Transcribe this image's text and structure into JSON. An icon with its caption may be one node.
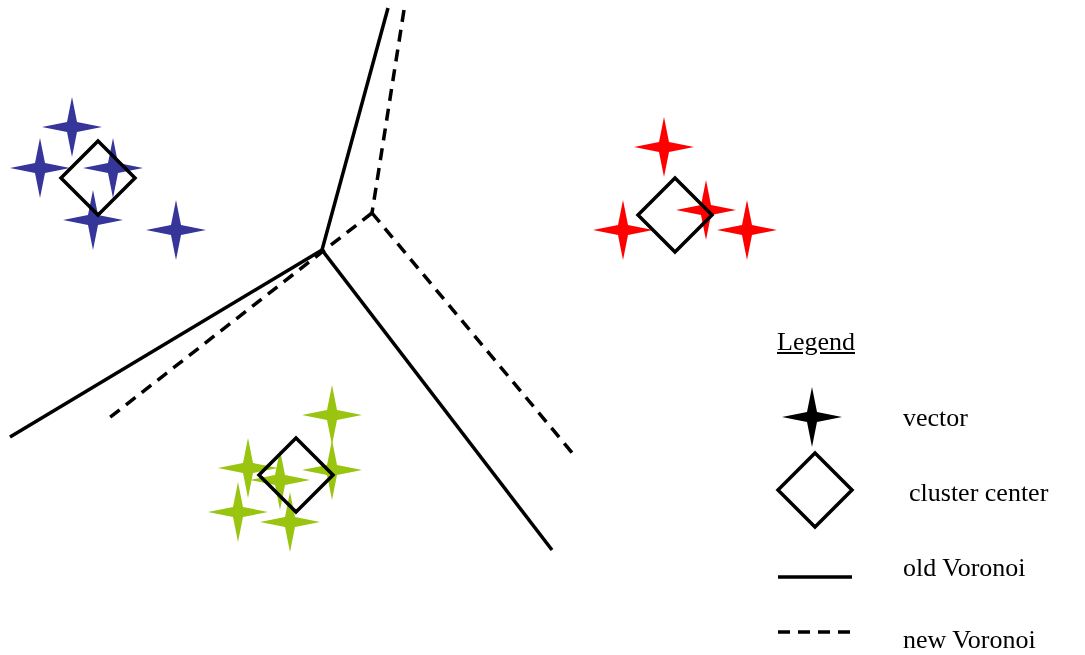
{
  "diagram": {
    "labels": [
      "Legend"
    ],
    "legend": [
      {
        "text": "vector"
      },
      {
        "text": "cluster center"
      },
      {
        "text": "old Voronoi"
      },
      {
        "text": "new Voronoi"
      }
    ]
  }
}
